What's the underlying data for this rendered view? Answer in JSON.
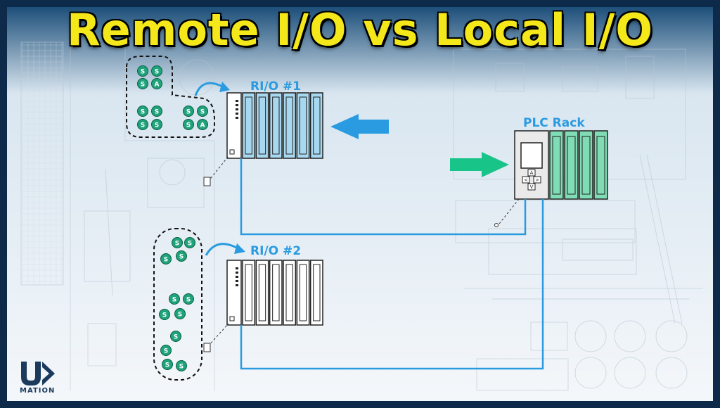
{
  "title": "Remote I/O vs Local I/O",
  "labels": {
    "rio1": "RI/O #1",
    "rio2": "RI/O #2",
    "plc": "PLC Rack"
  },
  "motor_groups": {
    "group1_top": [
      "S",
      "S",
      "S",
      "A"
    ],
    "group1_left": [
      "S",
      "S",
      "S",
      "S"
    ],
    "group1_right": [
      "S",
      "S",
      "S",
      "A"
    ],
    "group2": [
      "S",
      "S",
      "S",
      "S",
      "S",
      "S",
      "S",
      "S",
      "S",
      "S",
      "S",
      "S"
    ]
  },
  "plc_keys": [
    "A",
    "<",
    ">",
    "V"
  ],
  "logo": {
    "text": "MATION",
    "mark": "U"
  },
  "colors": {
    "title": "#f4e81a",
    "accent_blue": "#2a9be0",
    "rio_module": "#a8d8f0",
    "plc_module": "#7fdcb4",
    "arrow_green": "#19c489",
    "motor_green": "#1fa37a",
    "frame": "#0e2a4a"
  }
}
